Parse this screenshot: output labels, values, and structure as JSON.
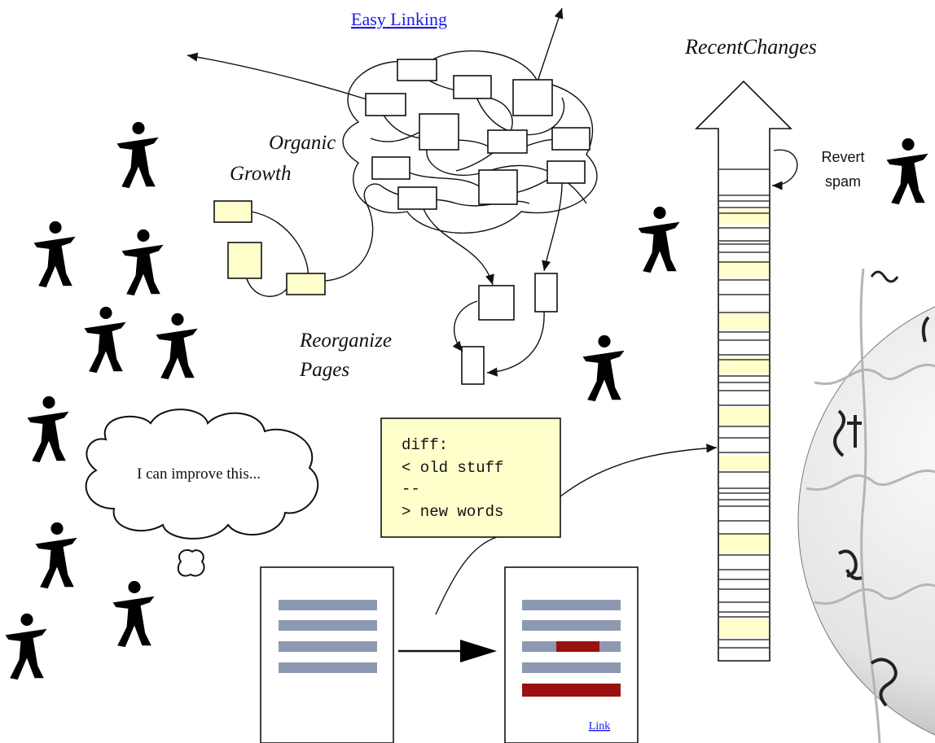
{
  "labels": {
    "easy_linking": "Easy Linking",
    "recent_changes": "RecentChanges",
    "organic_growth_1": "Organic",
    "organic_growth_2": "Growth",
    "reorganize_1": "Reorganize",
    "reorganize_2": "Pages",
    "revert_1": "Revert",
    "revert_2": "spam",
    "thought": "I can improve this...",
    "link": "Link"
  },
  "diff": {
    "line1": "diff:",
    "line2": "< old stuff",
    "line3": "--",
    "line4": "> new words"
  },
  "colors": {
    "highlight": "#ffffcc",
    "text_bar": "#8d99b0",
    "edit_bar": "#9b1010",
    "link": "#1a1aee",
    "globe": "#e6e6e6"
  },
  "icons": [
    "person-icon",
    "arrow-icon",
    "globe-icon",
    "thought-cloud-icon"
  ]
}
